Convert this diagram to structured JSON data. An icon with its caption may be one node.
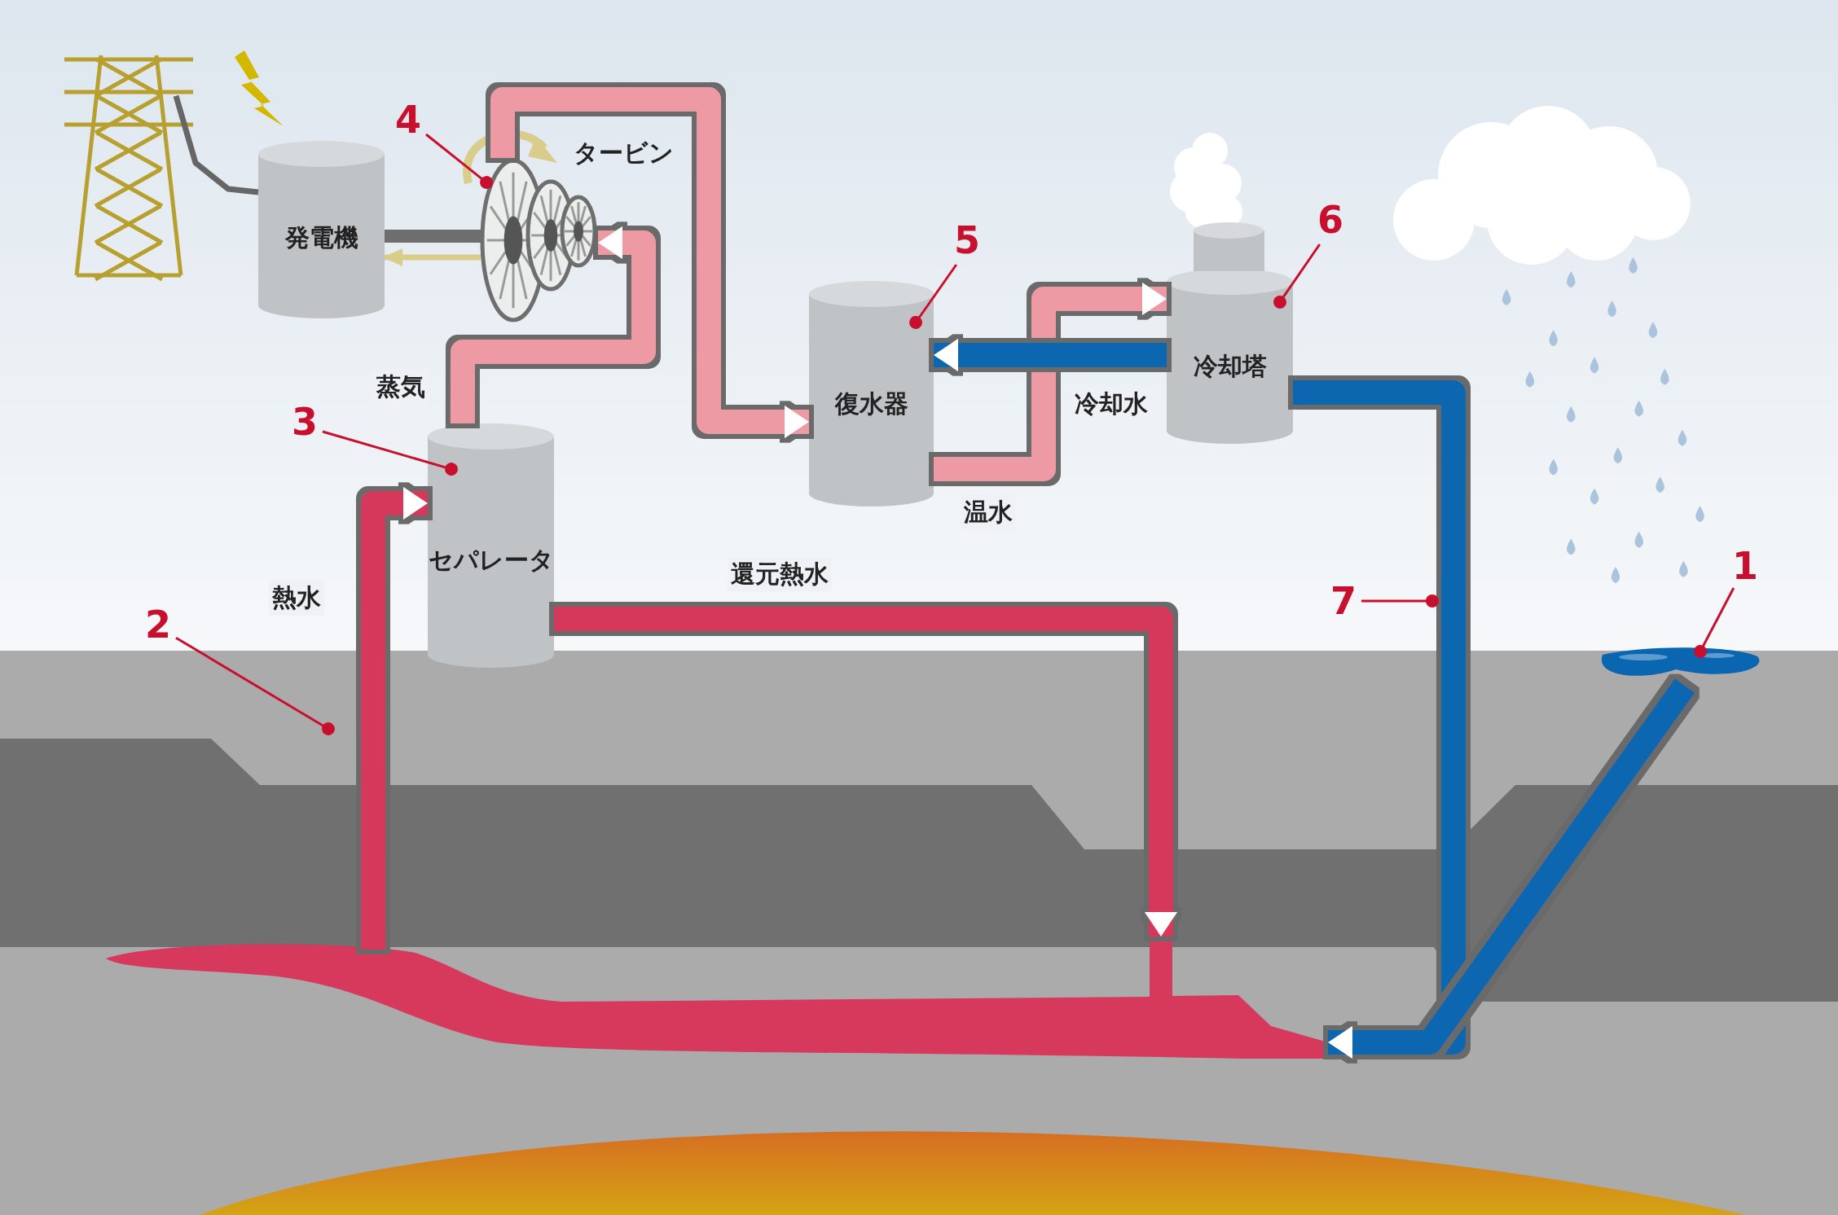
{
  "diagram": {
    "nodes": [
      {
        "text": [],
        "shape": "picture"
      },
      {
        "text": [
          "発電機"
        ]
      },
      {
        "text": [
          "タービン"
        ]
      },
      {
        "text": [
          "セパレータ"
        ]
      },
      {
        "text": [
          "復水器"
        ]
      },
      {
        "text": [
          "冷却塔"
        ]
      },
      {
        "text": [],
        "shape": "picture"
      },
      {
        "text": [],
        "shape": "picture"
      },
      {
        "text": [
          "1"
        ]
      },
      {
        "text": [
          "2"
        ]
      },
      {
        "text": [
          "3"
        ]
      },
      {
        "text": [
          "4"
        ]
      },
      {
        "text": [
          "5"
        ]
      },
      {
        "text": [
          "6"
        ]
      },
      {
        "text": [
          "7"
        ]
      }
    ],
    "edges": [
      {
        "from": 7,
        "to": 3,
        "arrow": "to",
        "label": "熱水",
        "style": "thick",
        "color": "#d6395c"
      },
      {
        "from": 3,
        "to": 2,
        "arrow": "to",
        "label": "蒸気",
        "style": "thick",
        "color": "#ee9aa5"
      },
      {
        "from": 2,
        "to": 4,
        "arrow": "to",
        "style": "thick",
        "color": "#ee9aa5"
      },
      {
        "from": 4,
        "to": 5,
        "arrow": "to",
        "label": "温水",
        "style": "thick",
        "color": "#ee9aa5"
      },
      {
        "from": 5,
        "to": 4,
        "arrow": "to",
        "label": "冷却水",
        "style": "thick",
        "color": "#0a66b0"
      },
      {
        "from": 3,
        "to": 7,
        "arrow": "to",
        "label": "還元熱水",
        "style": "thick",
        "color": "#d6395c"
      },
      {
        "from": 5,
        "to": 7,
        "arrow": "to",
        "style": "thick",
        "color": "#0a66b0"
      },
      {
        "from": 6,
        "to": 7,
        "arrow": "to",
        "style": "thick",
        "color": "#0a66b0"
      },
      {
        "from": 2,
        "to": 1,
        "arrow": "to",
        "color": "#d8cd8a"
      },
      {
        "from": 0,
        "to": 1,
        "arrow": "none",
        "color": "#666666"
      },
      {
        "from": 8,
        "to": 6,
        "arrow": "other"
      },
      {
        "from": 9,
        "to": null,
        "arrow": "other"
      },
      {
        "from": 10,
        "to": 3,
        "arrow": "other"
      },
      {
        "from": 11,
        "to": 2,
        "arrow": "other"
      },
      {
        "from": 12,
        "to": 4,
        "arrow": "other"
      },
      {
        "from": 13,
        "to": 5,
        "arrow": "other"
      },
      {
        "from": 14,
        "to": null,
        "arrow": "other"
      }
    ]
  }
}
